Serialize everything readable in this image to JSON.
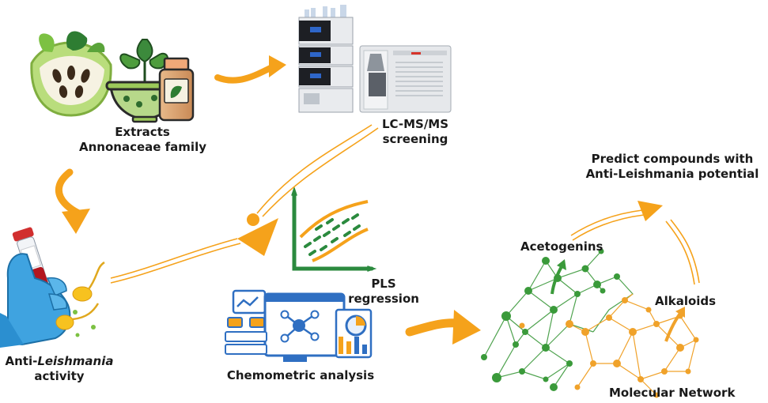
{
  "labels": {
    "extracts_line1": "Extracts",
    "extracts_line2": "Annonaceae family",
    "lcms_line1": "LC-MS/MS",
    "lcms_line2": "screening",
    "predict_line1": "Predict compounds with",
    "predict_line2": "Anti-Leishmania potential",
    "pls_line1": "PLS",
    "pls_line2": "regression",
    "activity_prefix": "Anti-",
    "activity_italic": "Leishmania",
    "activity_line2": "activity",
    "chemometric": "Chemometric analysis",
    "acetogenins": "Acetogenins",
    "alkaloids": "Alkaloids",
    "molecular_network": "Molecular Network"
  },
  "colors": {
    "arrow_orange": "#f5a21b",
    "network_green": "#3a9a3a",
    "network_orange": "#f0a22a",
    "chart_blue": "#2f6fc2",
    "glove_blue": "#3fa3e0",
    "fruit_green": "#9cc95a",
    "leaf_green": "#2e7d32"
  },
  "icons": [
    "annona-fruit-icon",
    "mortar-herbs-icon",
    "herb-jar-icon",
    "hplc-stack-icon",
    "mass-spectrometer-icon",
    "pls-plot-icon",
    "analytics-dashboard-icon",
    "blood-tube-glove-icon",
    "leishmania-parasite-icon",
    "molecular-network-icon"
  ]
}
